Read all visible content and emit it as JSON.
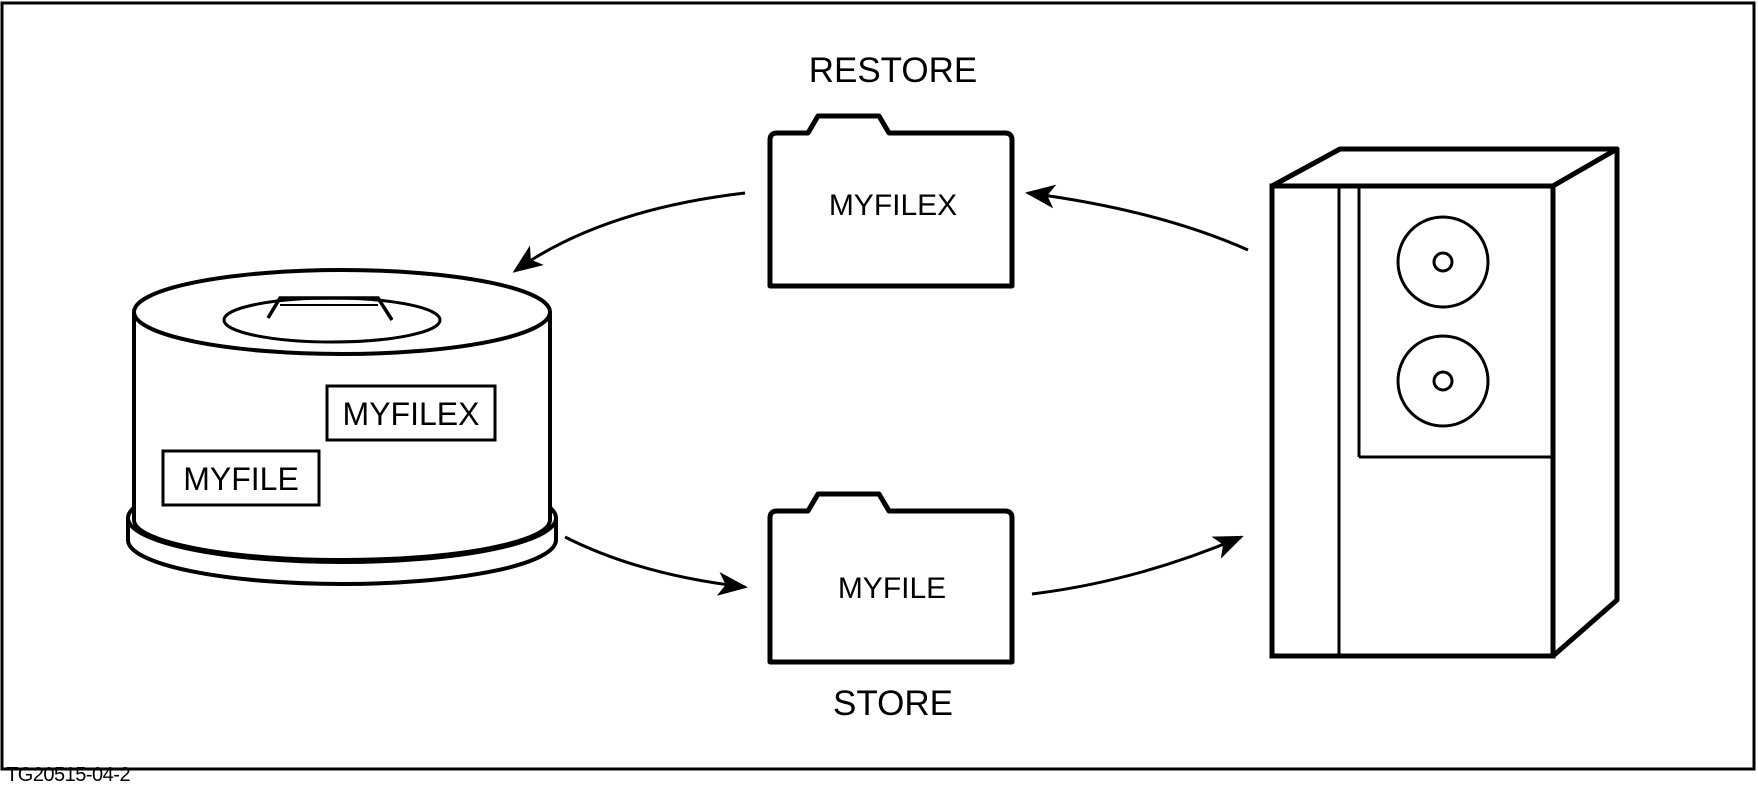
{
  "labels": {
    "restore": "RESTORE",
    "store": "STORE"
  },
  "folders": {
    "top": "MYFILEX",
    "bottom": "MYFILE"
  },
  "disk_pack": {
    "label_upper": "MYFILEX",
    "label_lower": "MYFILE"
  },
  "figure_id": "TG20515-04-2",
  "icons": {
    "disk_pack": "disk-pack-icon",
    "tape_drive": "tape-drive-icon",
    "folder": "folder-icon"
  },
  "colors": {
    "ink": "#000000",
    "paper": "#ffffff"
  }
}
